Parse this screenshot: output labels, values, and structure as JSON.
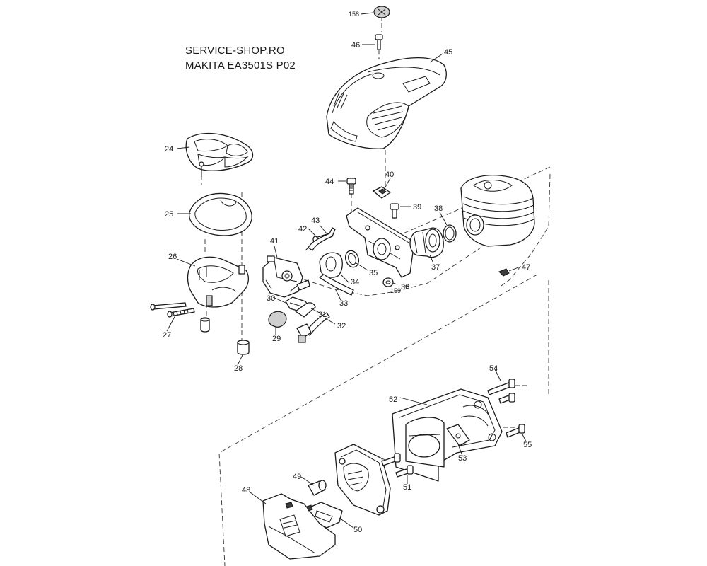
{
  "header": {
    "line1": "SERVICE-SHOP.RO",
    "line2": "MAKITA EA3501S P02"
  },
  "callouts": [
    {
      "id": "c158",
      "text": "158"
    },
    {
      "id": "c46",
      "text": "46"
    },
    {
      "id": "c45",
      "text": "45"
    },
    {
      "id": "c24",
      "text": "24"
    },
    {
      "id": "c25",
      "text": "25"
    },
    {
      "id": "c44",
      "text": "44"
    },
    {
      "id": "c40",
      "text": "40"
    },
    {
      "id": "c39",
      "text": "39"
    },
    {
      "id": "c38",
      "text": "38"
    },
    {
      "id": "c43",
      "text": "43"
    },
    {
      "id": "c42",
      "text": "42"
    },
    {
      "id": "c41",
      "text": "41"
    },
    {
      "id": "c26",
      "text": "26"
    },
    {
      "id": "c35",
      "text": "35"
    },
    {
      "id": "c37",
      "text": "37"
    },
    {
      "id": "c47",
      "text": "47"
    },
    {
      "id": "c34",
      "text": "34"
    },
    {
      "id": "c36",
      "text": "36"
    },
    {
      "id": "c159",
      "text": "159"
    },
    {
      "id": "c33",
      "text": "33"
    },
    {
      "id": "c30",
      "text": "30"
    },
    {
      "id": "c31",
      "text": "31"
    },
    {
      "id": "c32",
      "text": "32"
    },
    {
      "id": "c27",
      "text": "27"
    },
    {
      "id": "c29",
      "text": "29"
    },
    {
      "id": "c28",
      "text": "28"
    },
    {
      "id": "c54",
      "text": "54"
    },
    {
      "id": "c52",
      "text": "52"
    },
    {
      "id": "c55",
      "text": "55"
    },
    {
      "id": "c53",
      "text": "53"
    },
    {
      "id": "c49",
      "text": "49"
    },
    {
      "id": "c51",
      "text": "51"
    },
    {
      "id": "c48",
      "text": "48"
    },
    {
      "id": "c50",
      "text": "50"
    }
  ]
}
